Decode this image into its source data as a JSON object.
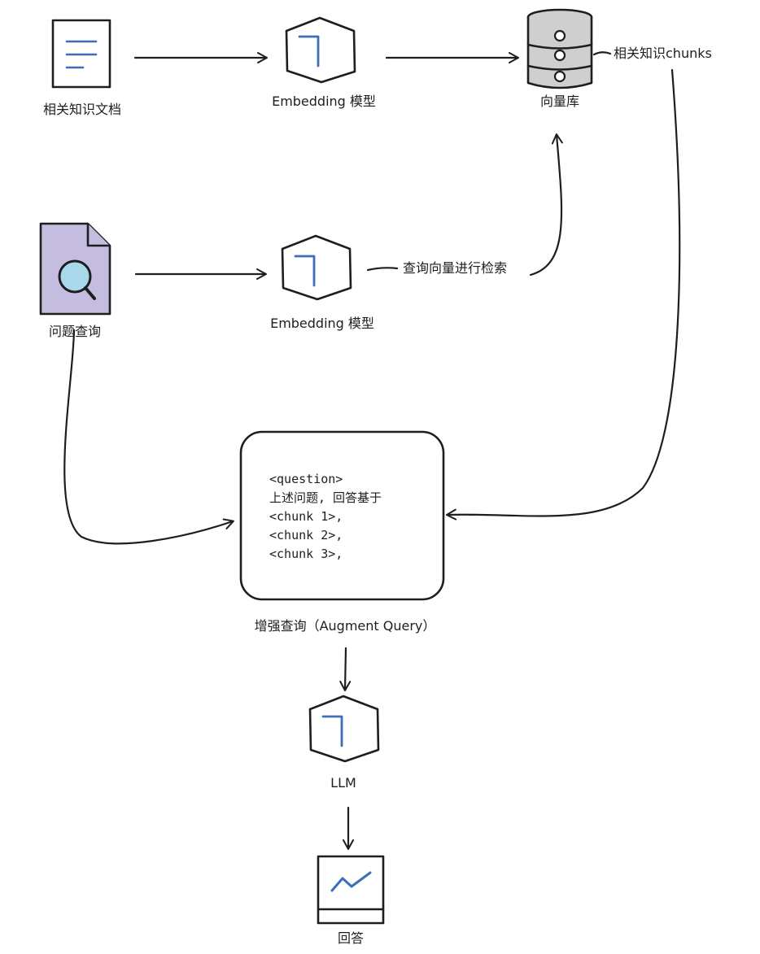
{
  "colors": {
    "ink": "#1e1e1e",
    "accent_blue": "#3d6fb6",
    "doc_fill": "#c5bde0",
    "magnifier_fill": "#a9d8ea",
    "db_fill": "#cfcfcf"
  },
  "icons": {
    "knowledge_doc": "document-lines-icon",
    "model": "hexagon-model-icon",
    "vector_db": "database-cylinder-icon",
    "query_doc": "document-search-icon",
    "answer": "chart-window-icon"
  },
  "nodes": {
    "knowledge_docs": {
      "label": "相关知识文档"
    },
    "embedding_model_top": {
      "label": "Embedding 模型"
    },
    "vector_db": {
      "label": "向量库"
    },
    "query": {
      "label": "问题查询"
    },
    "embedding_model_mid": {
      "label": "Embedding 模型"
    },
    "augment_query": {
      "label": "增强查询（Augment Query）",
      "lines": [
        "<question>",
        "上述问题, 回答基于",
        "<chunk 1>,",
        "<chunk 2>,",
        "<chunk 3>,"
      ]
    },
    "llm": {
      "label": "LLM"
    },
    "answer": {
      "label": "回答"
    }
  },
  "edges": {
    "retrieve_label": "查询向量进行检索",
    "chunks_label": "相关知识chunks"
  }
}
